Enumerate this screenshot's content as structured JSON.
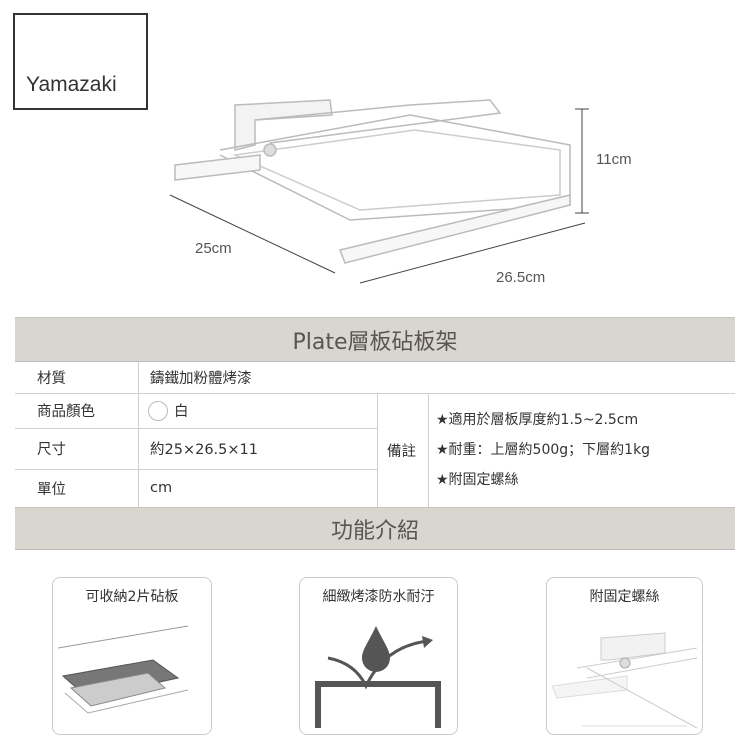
{
  "logo": "Yamazaki",
  "dimensions": {
    "height": "11cm",
    "depth": "25cm",
    "width": "26.5cm"
  },
  "title": "Plate層板砧板架",
  "specs": {
    "material_label": "材質",
    "material_value": "鑄鐵加粉體烤漆",
    "color_label": "商品顏色",
    "color_value": "白",
    "size_label": "尺寸",
    "size_value": "約25×26.5×11",
    "unit_label": "單位",
    "unit_value": "cm",
    "remarks_label": "備註",
    "remarks": [
      "★適用於層板厚度約1.5~2.5cm",
      "★耐重：上層約500g；下層約1kg",
      "★附固定螺絲"
    ]
  },
  "features_title": "功能介紹",
  "features": [
    {
      "title": "可收納2片砧板"
    },
    {
      "title": "細緻烤漆防水耐汙"
    },
    {
      "title": "附固定螺絲"
    }
  ]
}
